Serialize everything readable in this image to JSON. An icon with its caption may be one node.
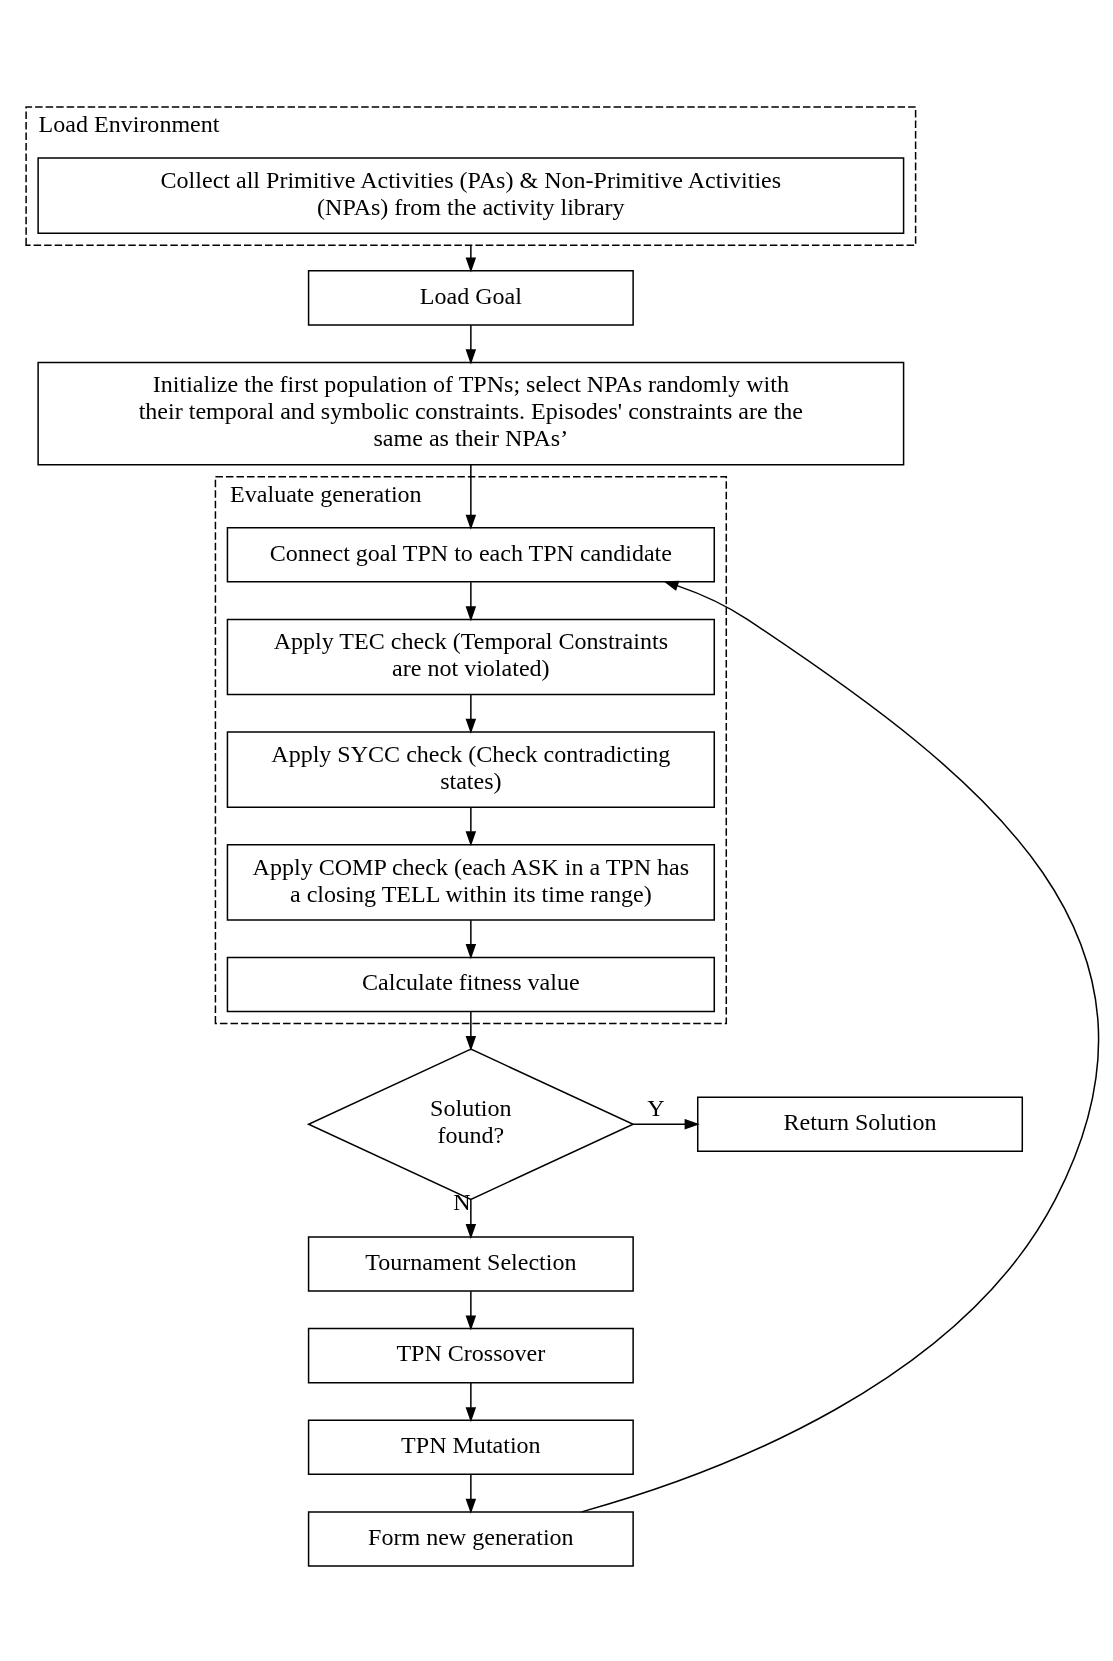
{
  "diagram": {
    "nodes": [
      {
        "text": [
          "Load Environment"
        ]
      },
      {
        "text": [
          "Collect all Primitive Activities (PAs) & Non-Primitive Activities (NPAs) from the activity library"
        ],
        "in": 0
      },
      {
        "text": [
          "Load Goal"
        ]
      },
      {
        "text": [
          "Initialize the first population of TPNs; select NPAs randomly with their temporal and symbolic constraints. Episodes' constraints are the same as their NPAs’"
        ]
      },
      {
        "text": [
          "Evaluate generation"
        ]
      },
      {
        "text": [
          "Connect goal TPN to each TPN candidate"
        ],
        "in": 4
      },
      {
        "text": [
          "Apply TEC check (Temporal Constraints are not violated)"
        ],
        "in": 4
      },
      {
        "text": [
          "Apply SYCC check (Check contradicting states)"
        ],
        "in": 4
      },
      {
        "text": [
          "Apply COMP check (each ASK in a TPN has a closing TELL within its time range)"
        ],
        "in": 4
      },
      {
        "text": [
          "Calculate fitness value"
        ],
        "in": 4
      },
      {
        "text": [
          "Solution found?"
        ]
      },
      {
        "text": [
          "Return Solution"
        ]
      },
      {
        "text": [
          "Tournament Selection"
        ]
      },
      {
        "text": [
          "TPN Crossover"
        ]
      },
      {
        "text": [
          "TPN Mutation"
        ]
      },
      {
        "text": [
          "Form new generation"
        ]
      }
    ],
    "edges": [
      {
        "from": 0,
        "to": 2,
        "arrow": "to"
      },
      {
        "from": 2,
        "to": 3,
        "arrow": "to"
      },
      {
        "from": 3,
        "to": 5,
        "arrow": "to"
      },
      {
        "from": 5,
        "to": 6,
        "arrow": "to"
      },
      {
        "from": 6,
        "to": 7,
        "arrow": "to"
      },
      {
        "from": 7,
        "to": 8,
        "arrow": "to"
      },
      {
        "from": 8,
        "to": 9,
        "arrow": "to"
      },
      {
        "from": 9,
        "to": 10,
        "arrow": "to"
      },
      {
        "from": 10,
        "to": 11,
        "label": "Y",
        "arrow": "to"
      },
      {
        "from": 10,
        "to": 12,
        "label": "N",
        "arrow": "to"
      },
      {
        "from": 12,
        "to": 13,
        "arrow": "to"
      },
      {
        "from": 13,
        "to": 14,
        "arrow": "to"
      },
      {
        "from": 14,
        "to": 15,
        "arrow": "to"
      },
      {
        "from": 15,
        "to": 5,
        "arrow": "to"
      }
    ]
  }
}
